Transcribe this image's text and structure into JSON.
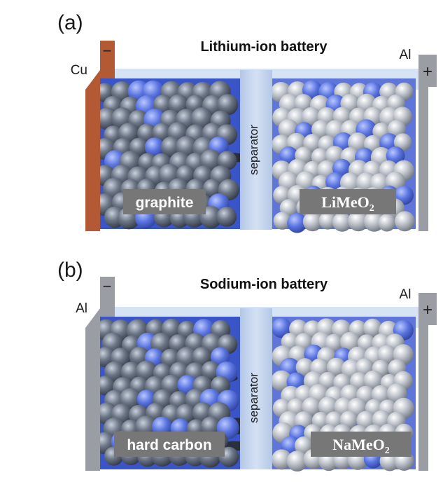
{
  "panels": [
    {
      "letter": "(a)",
      "title": "Lithium-ion battery",
      "neg_sign": "−",
      "pos_sign": "+",
      "neg_collector": "Cu",
      "pos_collector": "Al",
      "separator": "separator",
      "anode": "graphite",
      "cathode_base": "LiMeO",
      "cathode_sub": "2",
      "colors": {
        "neg_collector": "#b35a35",
        "pos_collector": "#9a9da3"
      }
    },
    {
      "letter": "(b)",
      "title": "Sodium-ion battery",
      "neg_sign": "−",
      "pos_sign": "+",
      "neg_collector": "Al",
      "pos_collector": "Al",
      "separator": "separator",
      "anode": "hard carbon",
      "cathode_base": "NaMeO",
      "cathode_sub": "2",
      "colors": {
        "neg_collector": "#9a9da3",
        "pos_collector": "#9a9da3"
      }
    }
  ]
}
